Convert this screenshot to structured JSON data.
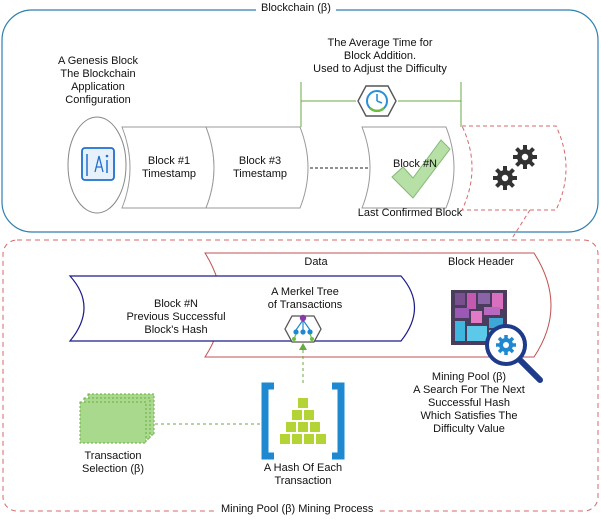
{
  "blockchain": {
    "title": "Blockchain (β)",
    "genesis": "A Genesis Block\nThe Blockchain\nApplication\nConfiguration",
    "block1": "Block #1\nTimestamp",
    "block3": "Block #3\nTimestamp",
    "blockN": "Block #N",
    "last_confirmed": "Last Confirmed Block",
    "avg_time": "The Average Time for\nBlock Addition.\nUsed to Adjust the Difficulty"
  },
  "mining": {
    "title": "Mining Pool (β) Mining Process",
    "data_label": "Data",
    "block_header_label": "Block Header",
    "prev_hash": "Block #N\nPrevious Successful\nBlock's Hash",
    "merkle": "A Merkel Tree\nof Transactions",
    "pool_search": "Mining Pool (β)\nA Search For The Next\nSuccessful Hash\nWhich Satisfies The\nDifficulty Value",
    "tx_selection": "Transaction\nSelection (β)",
    "tx_hash": "A Hash Of Each\nTransaction"
  },
  "colors": {
    "blockchain_border": "#2f7fb0",
    "mining_border": "#d46a6a",
    "arrow_border": "#1c1c8c",
    "green_line": "#6aaa44",
    "green_fill": "#a9d98c",
    "blue_icon": "#2196d6"
  },
  "icons": [
    "blueprint-icon",
    "clock-icon",
    "checkmark-icon",
    "gears-icon",
    "block-header-icon",
    "magnifier-gear-icon",
    "merkle-tree-icon",
    "transaction-stack-icon",
    "transaction-hash-icon"
  ]
}
